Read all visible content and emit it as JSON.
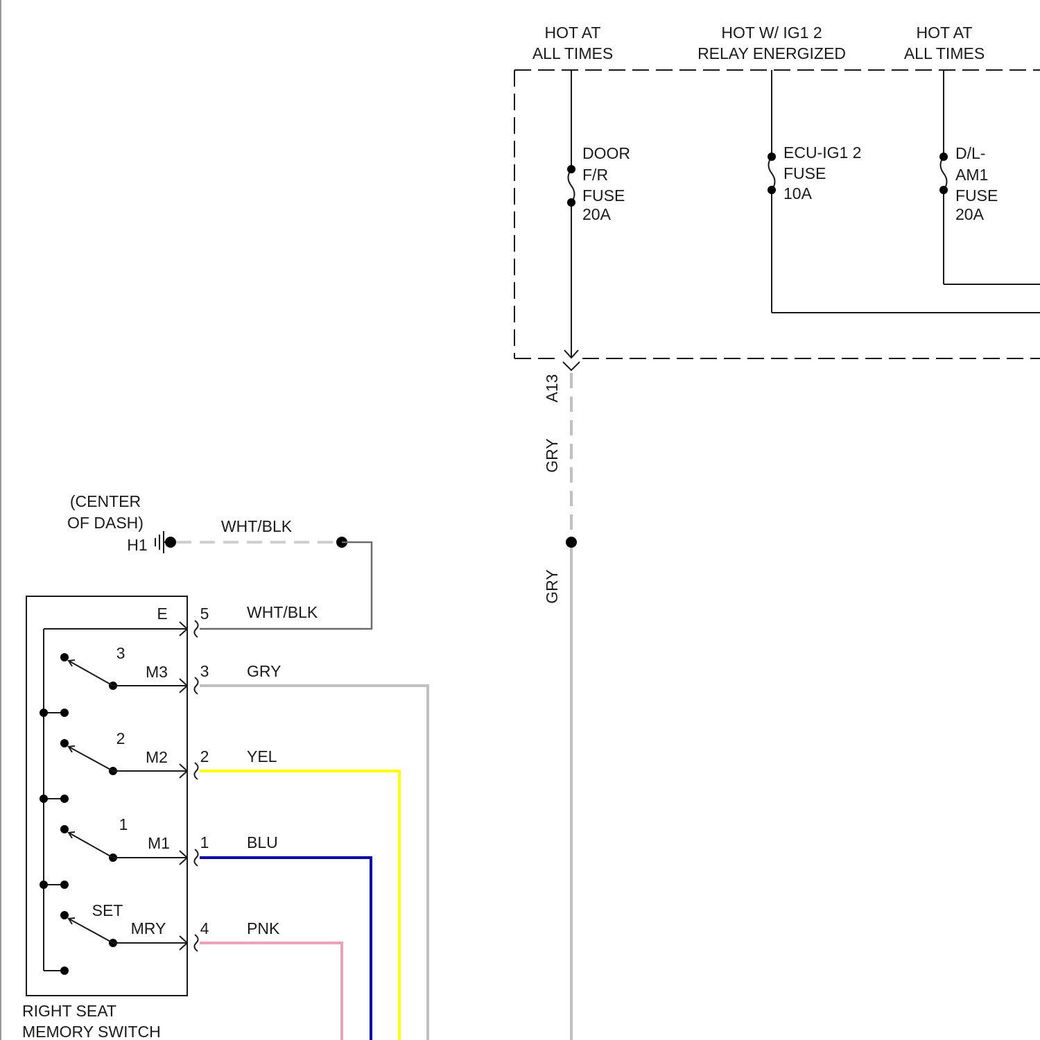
{
  "header": {
    "feed1_line1": "HOT AT",
    "feed1_line2": "ALL TIMES",
    "feed2_line1": "HOT W/ IG1 2",
    "feed2_line2": "RELAY ENERGIZED",
    "feed3_line1": "HOT AT",
    "feed3_line2": "ALL TIMES"
  },
  "fuses": {
    "door": {
      "l1": "DOOR",
      "l2": "F/R",
      "l3": "FUSE",
      "l4": "20A"
    },
    "ecu": {
      "l1": "ECU-IG1 2",
      "l2": "FUSE",
      "l3": "10A"
    },
    "dl": {
      "l1": "D/L-",
      "l2": "AM1",
      "l3": "FUSE",
      "l4": "20A"
    }
  },
  "connector": {
    "a13": "A13"
  },
  "wires": {
    "gry_upper": "GRY",
    "gry_lower": "GRY",
    "ground_wire": "WHT/BLK",
    "pin5": "WHT/BLK",
    "pin3": "GRY",
    "pin2": "YEL",
    "pin1": "BLU",
    "pin4": "PNK"
  },
  "wire_colors": {
    "GRY": "#c0c0c0",
    "YEL": "#ffff00",
    "BLU": "#0000cc",
    "PNK": "#f2a0b8",
    "WHT_BLK": "#6b6b6b"
  },
  "ground": {
    "location_line1": "(CENTER",
    "location_line2": "OF DASH)",
    "id": "H1"
  },
  "switch": {
    "title_line1": "RIGHT SEAT",
    "title_line2": "MEMORY SWITCH",
    "terminal_e": "E",
    "m3": "M3",
    "m2": "M2",
    "m1": "M1",
    "mry": "MRY",
    "btn3": "3",
    "btn2": "2",
    "btn1": "1",
    "btnset": "SET",
    "pin5": "5",
    "pin3": "3",
    "pin2": "2",
    "pin1": "1",
    "pin4": "4"
  }
}
